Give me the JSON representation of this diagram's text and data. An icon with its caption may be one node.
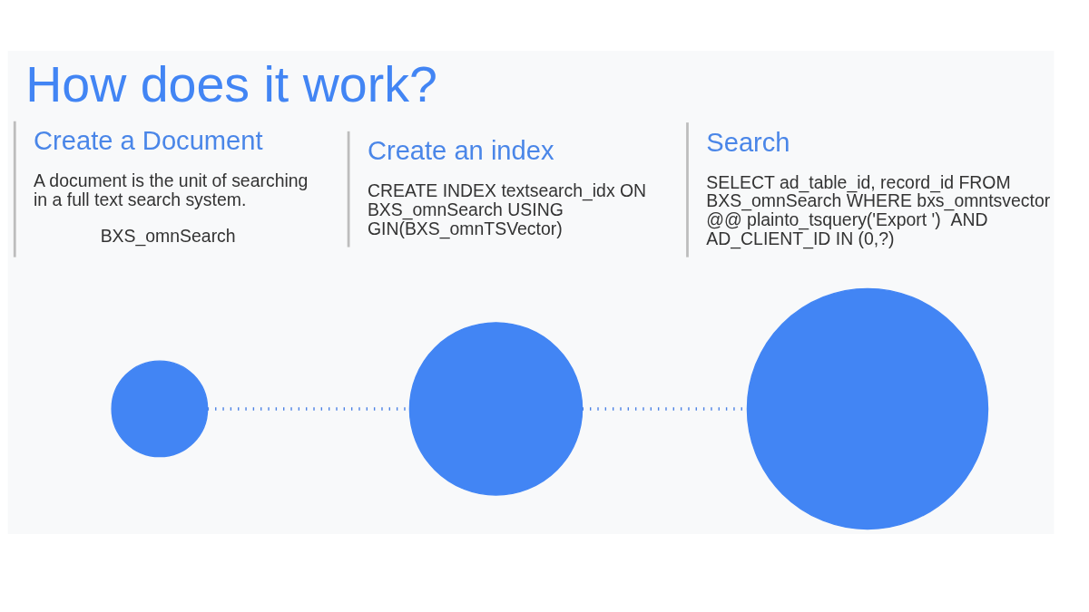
{
  "diagram": {
    "title": "How does it work?",
    "nodes": [
      {
        "text": [],
        "shape": "circle",
        "beside": [
          "Create a Document",
          "A document is the unit of searching in a full text search system.",
          "BXS_omnSearch"
        ]
      },
      {
        "text": [],
        "shape": "circle",
        "beside": [
          "Create an index",
          "CREATE INDEX textsearch_idx ON BXS_omnSearch USING GIN(BXS_omnTSVector)"
        ]
      },
      {
        "text": [],
        "shape": "circle",
        "beside": [
          "Search",
          "SELECT ad_table_id, record_id FROM BXS_omnSearch WHERE bxs_omntsvector @@ plainto_tsquery('Export ')  AND AD_CLIENT_ID IN (0,?)"
        ]
      }
    ],
    "edges": [
      {
        "from": 0,
        "to": 1,
        "arrow": "none",
        "style": "dashed"
      },
      {
        "from": 1,
        "to": 2,
        "arrow": "none",
        "style": "dashed"
      }
    ]
  }
}
